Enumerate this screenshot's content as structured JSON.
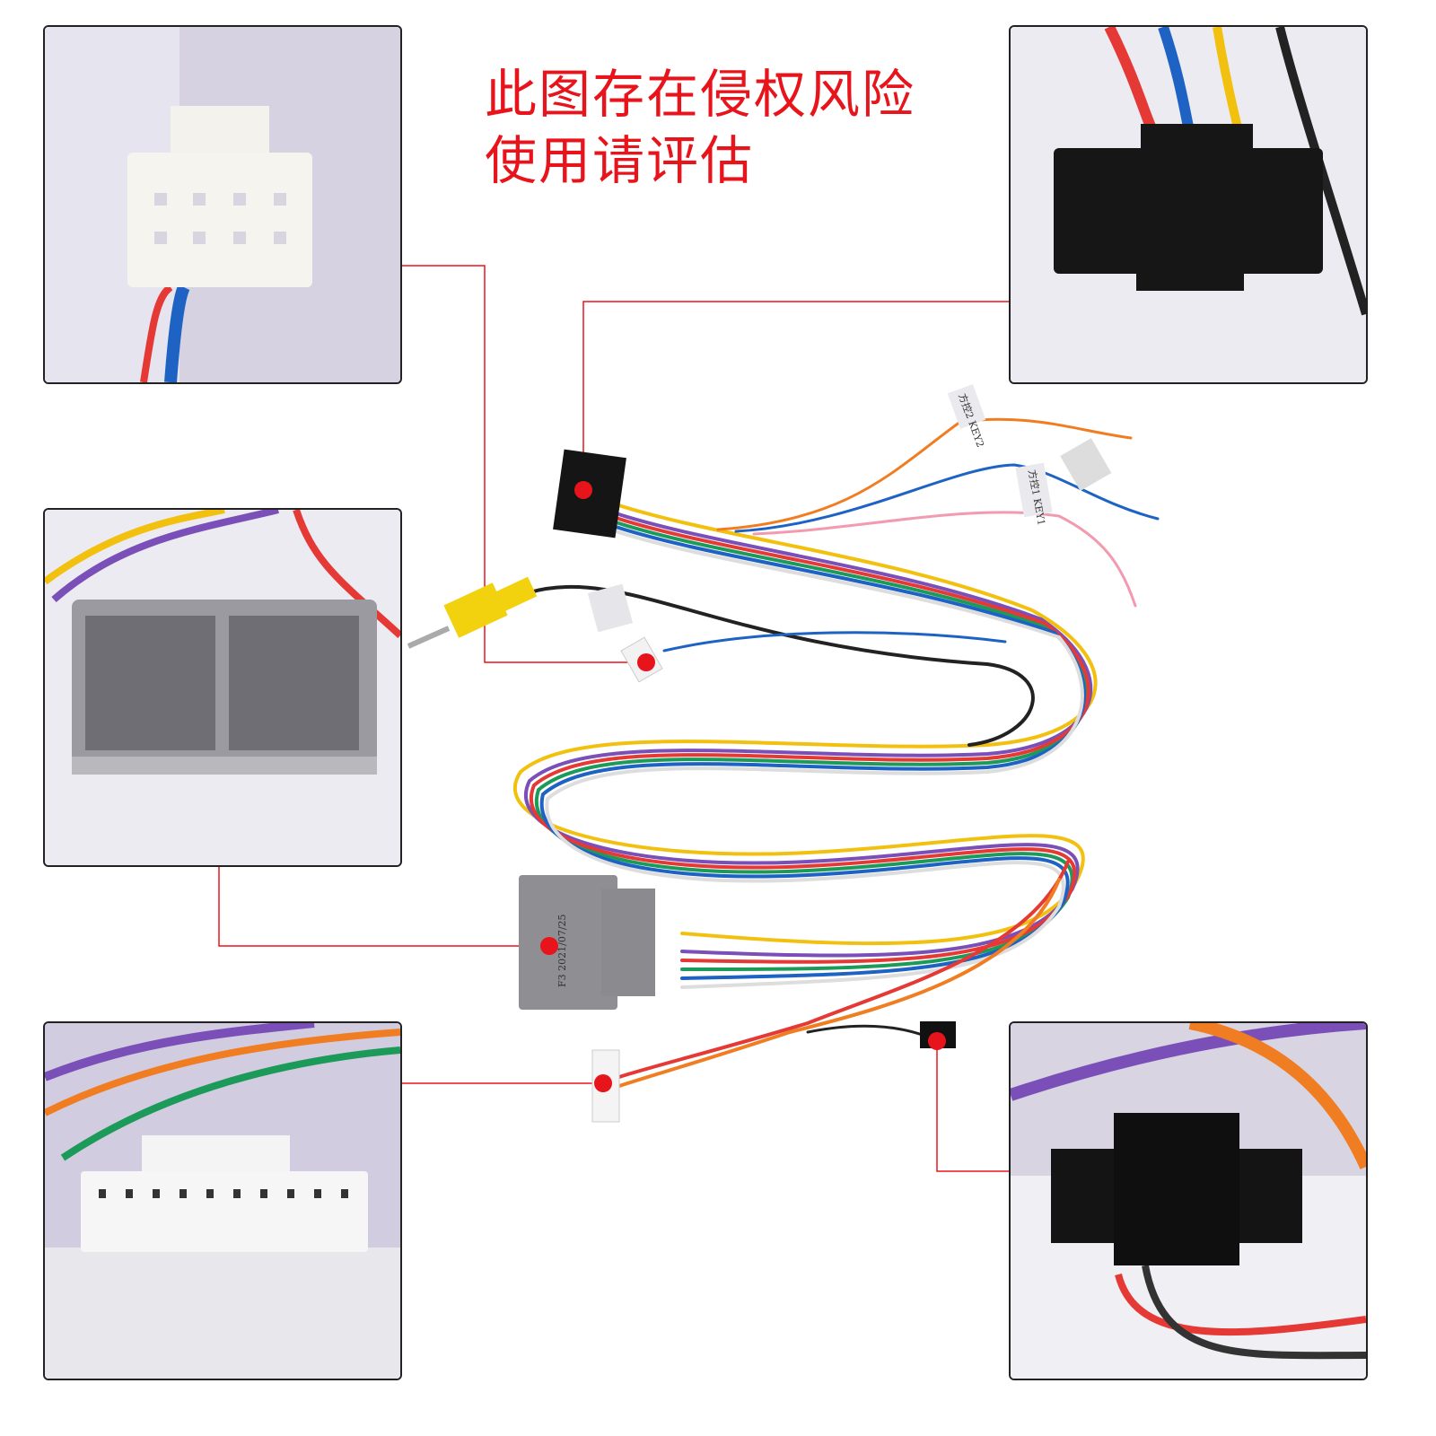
{
  "warning": {
    "line1": "此图存在侵权风险",
    "line2": "使用请评估"
  },
  "labels": {
    "key2": "方控2 KEY2",
    "key1": "方控1 KEY1",
    "date": "F3 2021/07/25"
  },
  "colors": {
    "callout": "#e8141c",
    "wires": [
      "#e53935",
      "#1e63c4",
      "#f2c10f",
      "#7b4fb8",
      "#1c9a5a",
      "#f07d22",
      "#f3f3f3",
      "#222222",
      "#f29bb0"
    ]
  }
}
